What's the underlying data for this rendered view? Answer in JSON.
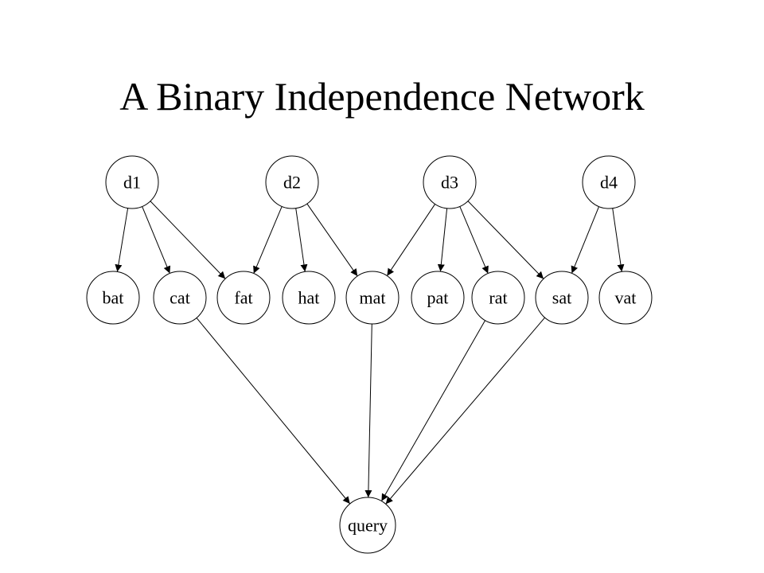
{
  "title": "A Binary Independence Network",
  "colors": {
    "stroke": "#000000",
    "background": "#ffffff"
  },
  "nodes": {
    "d1": "d1",
    "d2": "d2",
    "d3": "d3",
    "d4": "d4",
    "bat": "bat",
    "cat": "cat",
    "fat": "fat",
    "hat": "hat",
    "mat": "mat",
    "pat": "pat",
    "rat": "rat",
    "sat": "sat",
    "vat": "vat",
    "query": "query"
  },
  "edges": [
    [
      "d1",
      "bat"
    ],
    [
      "d1",
      "cat"
    ],
    [
      "d1",
      "fat"
    ],
    [
      "d2",
      "fat"
    ],
    [
      "d2",
      "hat"
    ],
    [
      "d2",
      "mat"
    ],
    [
      "d3",
      "mat"
    ],
    [
      "d3",
      "pat"
    ],
    [
      "d3",
      "rat"
    ],
    [
      "d3",
      "sat"
    ],
    [
      "d4",
      "sat"
    ],
    [
      "d4",
      "vat"
    ],
    [
      "cat",
      "query"
    ],
    [
      "mat",
      "query"
    ],
    [
      "rat",
      "query"
    ],
    [
      "sat",
      "query"
    ]
  ]
}
